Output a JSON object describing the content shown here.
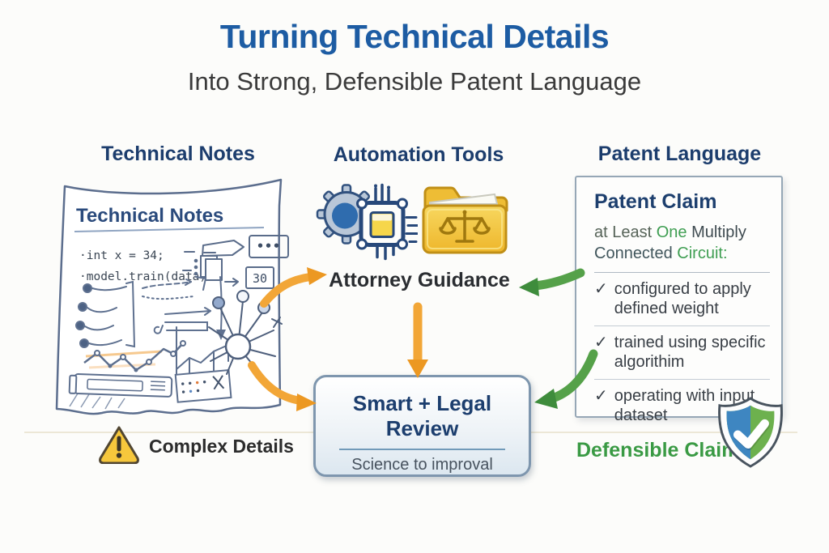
{
  "header": {
    "title": "Turning Technical Details",
    "subtitle": "Into Strong, Defensible Patent Language"
  },
  "columns": {
    "left": "Technical Notes",
    "middle": "Automation Tools",
    "right": "Patent Language"
  },
  "note_paper": {
    "title": "Technical Notes",
    "code_line_1": "·int x = 34;",
    "code_line_2": "·model.train(data)",
    "dots_box": "•••",
    "number_box": "30"
  },
  "automation": {
    "caption": "Attorney Guidance"
  },
  "patent_claim": {
    "title": "Patent Claim",
    "preamble": {
      "seg1": "at Least ",
      "seg2": "One ",
      "seg3": "Multiply",
      "seg4": "Connected ",
      "seg5": "Circuit:"
    },
    "check_glyph": "✓",
    "items": [
      "configured to apply defined weight",
      "trained using specific algorithim",
      "operating with input dataset"
    ]
  },
  "review_box": {
    "title": "Smart + Legal Review",
    "subtitle": "Science to improval"
  },
  "footer": {
    "left_label": "Complex Details",
    "right_label": "Defensible Claim"
  },
  "colors": {
    "title_blue": "#1d5ca3",
    "heading_navy": "#1c3d6d",
    "green_accent": "#3a9a44",
    "orange_arrow": "#f2a637",
    "green_arrow": "#55a149",
    "folder_yellow": "#f2c94a",
    "warning_yellow": "#f6c73c",
    "shield_blue": "#3e86c1",
    "shield_green": "#6db14e"
  }
}
